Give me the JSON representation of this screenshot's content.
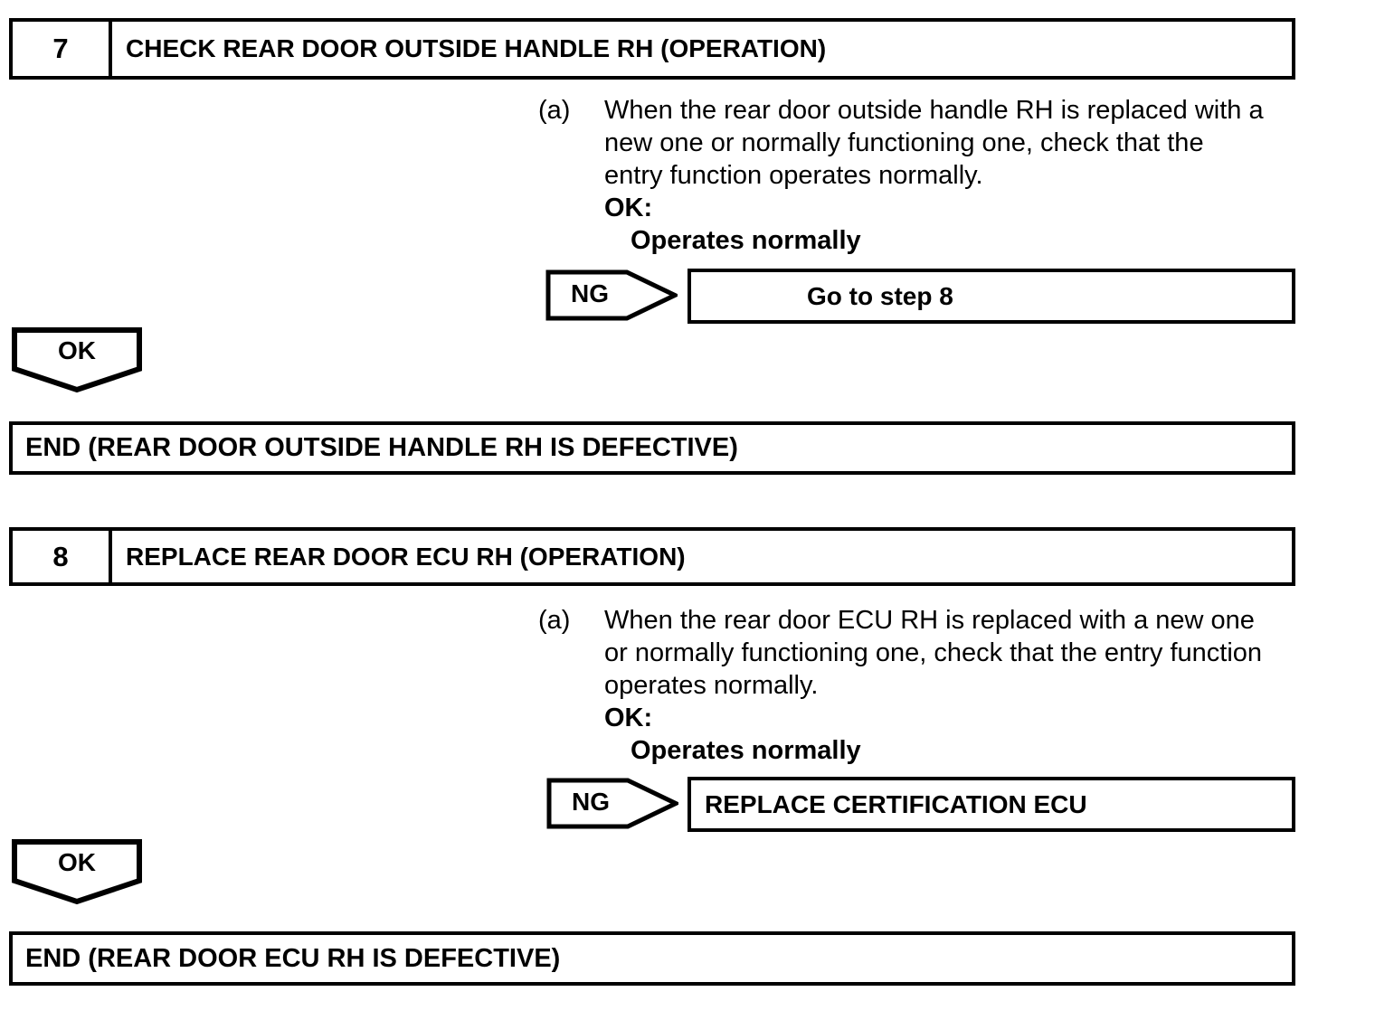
{
  "colors": {
    "ink": "#000000",
    "paper": "#ffffff"
  },
  "steps": [
    {
      "number": "7",
      "title": "CHECK REAR DOOR OUTSIDE HANDLE RH (OPERATION)",
      "item_label": "(a)",
      "para_lines": [
        "When the rear door outside handle RH is replaced with a",
        "new one or normally functioning one, check that the",
        "entry function operates normally."
      ],
      "ok_label": "OK:",
      "ok_condition": "Operates normally",
      "ng_label": "NG",
      "ng_result": "Go to step 8",
      "ok_arrow_label": "OK",
      "end_text": "END (REAR DOOR OUTSIDE HANDLE RH IS DEFECTIVE)"
    },
    {
      "number": "8",
      "title": "REPLACE REAR DOOR ECU RH (OPERATION)",
      "item_label": "(a)",
      "para_lines": [
        "When the rear door ECU RH is replaced with a new one",
        "or normally functioning one, check that the entry function",
        "operates normally."
      ],
      "ok_label": "OK:",
      "ok_condition": "Operates normally",
      "ng_label": "NG",
      "ng_result": "REPLACE CERTIFICATION ECU",
      "ok_arrow_label": "OK",
      "end_text": "END (REAR DOOR ECU RH IS DEFECTIVE)"
    }
  ]
}
